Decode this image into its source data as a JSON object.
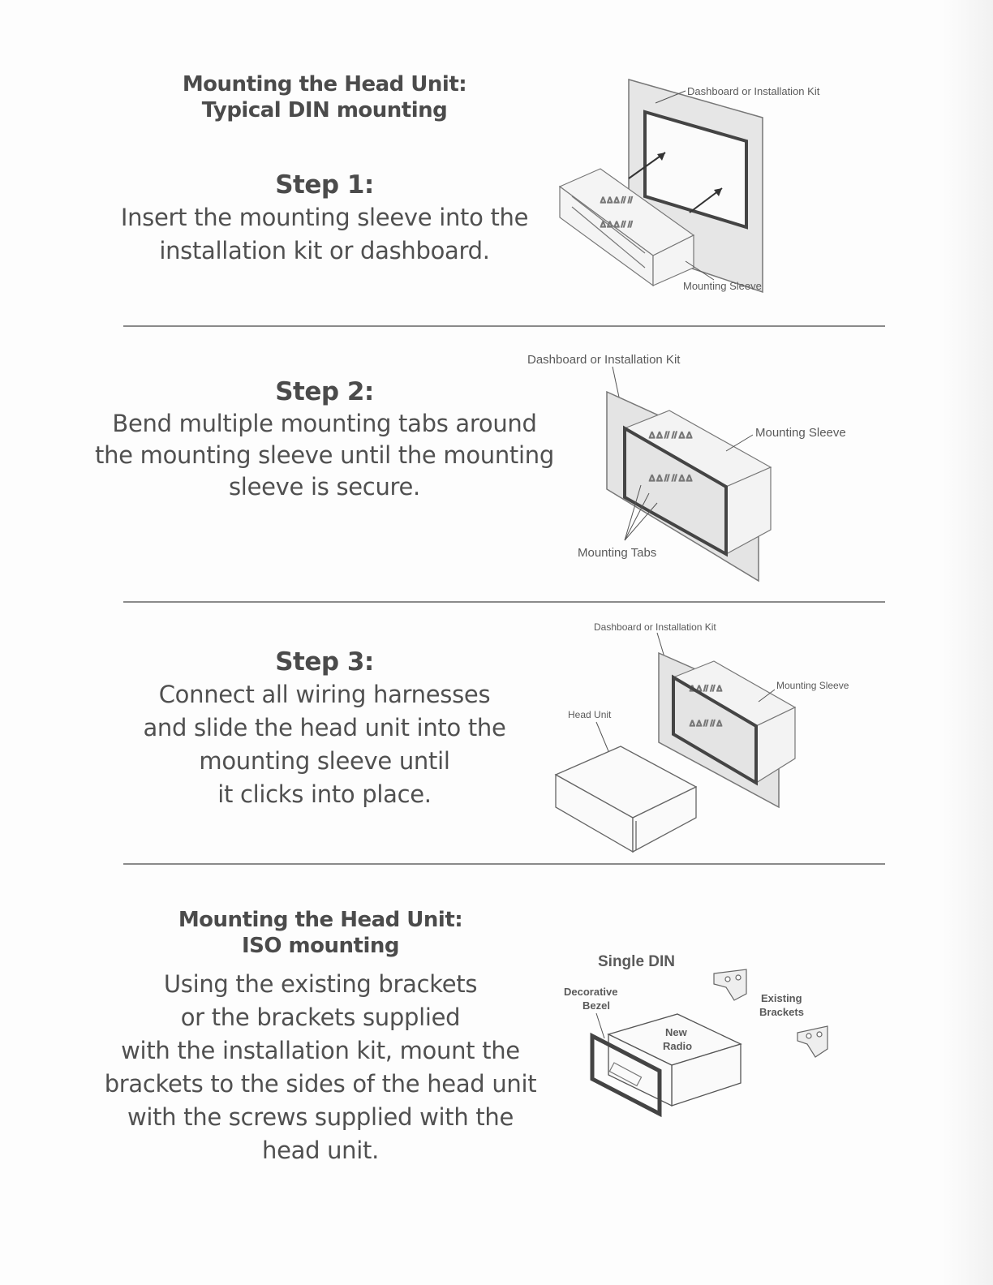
{
  "section1": {
    "heading_line1": "Mounting the Head Unit:",
    "heading_line2": "Typical DIN mounting",
    "step_title": "Step 1:",
    "body": "Insert the mounting sleeve into the\ninstallation kit or dashboard.",
    "figure": {
      "label_dashboard": "Dashboard or Installation Kit",
      "label_sleeve": "Mounting Sleeve"
    }
  },
  "section2": {
    "step_title": "Step 2:",
    "body": "Bend multiple mounting tabs around\nthe mounting sleeve until the mounting\nsleeve is secure.",
    "figure": {
      "label_dashboard": "Dashboard or Installation Kit",
      "label_sleeve": "Mounting Sleeve",
      "label_tabs": "Mounting Tabs"
    }
  },
  "section3": {
    "step_title": "Step 3:",
    "body": "Connect all wiring harnesses\nand slide the head unit into the\nmounting sleeve until\nit clicks into place.",
    "figure": {
      "label_dashboard": "Dashboard or Installation Kit",
      "label_sleeve": "Mounting Sleeve",
      "label_head_unit": "Head Unit"
    }
  },
  "section4": {
    "heading_line1": "Mounting the Head Unit:",
    "heading_line2": "ISO mounting",
    "body": "Using the existing brackets\nor the brackets supplied\nwith the installation kit, mount the\nbrackets to the sides of the head unit\nwith the screws supplied with the\nhead unit.",
    "figure": {
      "title": "Single DIN",
      "label_bezel_line1": "Decorative",
      "label_bezel_line2": "Bezel",
      "label_radio_line1": "New",
      "label_radio_line2": "Radio",
      "label_brackets_line1": "Existing",
      "label_brackets_line2": "Brackets"
    }
  }
}
